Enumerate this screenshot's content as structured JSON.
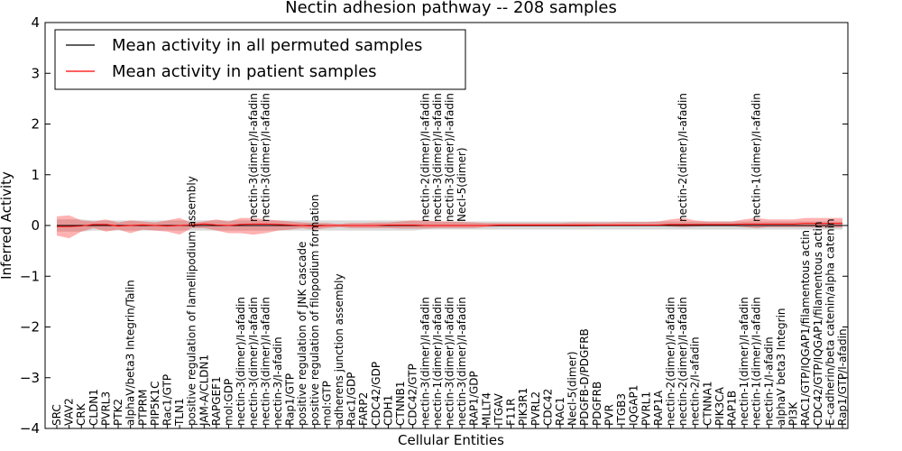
{
  "chart_data": {
    "type": "line",
    "title": "Nectin adhesion pathway -- 208 samples",
    "xlabel": "Cellular Entities",
    "ylabel": "Inferred Activity",
    "ylim": [
      -4,
      4
    ],
    "yticks": [
      -4,
      -3,
      -2,
      -1,
      0,
      1,
      2,
      3,
      4
    ],
    "grid": false,
    "legend": {
      "placement": "top-left"
    },
    "categories": [
      "SRC",
      "VAV2",
      "CRK",
      "CLDN1",
      "PVRL3",
      "PTK2",
      "alphaV/beta3 Integrin/Talin",
      "PTPRM",
      "PIP5K1C",
      "Rac1/GTP",
      "TLN1",
      "positive regulation of lamellipodium assembly",
      "JAM-A/CLDN1",
      "RAPGEF1",
      "mol:GDP",
      "nectin-3(dimer)/I-afadin",
      "nectin-3(dimer)/I-afadin",
      "nectin-3(dimer)/I-afadin",
      "nectin-3/I-afadin",
      "Rap1/GTP",
      "positive regulation of JNK cascade",
      "positive regulation of filopodium formation",
      "mol:GTP",
      "adherens junction assembly",
      "Rac1/GDP",
      "FARP2",
      "CDC42/GDP",
      "CDH1",
      "CTNNB1",
      "CDC42/GTP",
      "nectin-3(dimer)/I-afadin",
      "nectin-1(dimer)/I-afadin",
      "nectin-3(dimer)/I-afadin",
      "nectin-3(dimer)/I-afadin",
      "RAP1/GDP",
      "MLLT4",
      "ITGAV",
      "F11R",
      "PIK3R1",
      "PVRL2",
      "CDC42",
      "RAC1",
      "Necl-5(dimer)",
      "PDGFB-D/PDGFRB",
      "PDGFRB",
      "PVR",
      "ITGB3",
      "IQGAP1",
      "PVRL1",
      "RAP1A",
      "nectin-2(dimer)/I-afadin",
      "nectin-2(dimer)/I-afadin",
      "nectin-2/I-afadin",
      "CTNNA1",
      "PIK3CA",
      "RAP1B",
      "nectin-1(dimer)/I-afadin",
      "nectin-1(dimer)/I-afadin",
      "nectin-1/I-afadin",
      "alphaV beta3 Integrin",
      "PI3K",
      "RAC1/GTP/IQGAP1/filamentous actin",
      "CDC42/GTP/IQGAP1/filamentous actin",
      "E-cadherin/beta catenin/alpha catenin",
      "Rap1/GTP/I-afadin"
    ],
    "upper_labels": [
      {
        "index": 16,
        "text": "nectin-3(dimer)/I-afadin"
      },
      {
        "index": 17,
        "text": "nectin-3(dimer)/I-afadin"
      },
      {
        "index": 30,
        "text": "nectin-2(dimer)/I-afadin"
      },
      {
        "index": 31,
        "text": "nectin-3(dimer)/I-afadin"
      },
      {
        "index": 32,
        "text": "nectin-3(dimer)/I-afadin"
      },
      {
        "index": 33,
        "text": "Necl-5(dimer)"
      },
      {
        "index": 51,
        "text": "nectin-2(dimer)/I-afadin"
      },
      {
        "index": 57,
        "text": "nectin-1(dimer)/I-afadin"
      }
    ],
    "series": [
      {
        "name": "Mean activity in all permuted samples",
        "color": "#000000",
        "values": [
          0.0,
          0.0,
          0.0,
          0.0,
          0.0,
          0.0,
          0.0,
          0.0,
          0.0,
          0.0,
          0.0,
          0.0,
          0.0,
          0.0,
          0.0,
          0.0,
          0.0,
          0.0,
          0.0,
          0.0,
          0.0,
          0.0,
          0.0,
          0.0,
          0.0,
          0.0,
          0.0,
          0.0,
          0.0,
          0.0,
          0.0,
          0.0,
          0.0,
          0.0,
          0.0,
          0.0,
          0.0,
          0.0,
          0.0,
          0.0,
          0.0,
          0.0,
          0.0,
          0.0,
          0.0,
          0.0,
          0.0,
          0.0,
          0.0,
          0.0,
          0.0,
          0.0,
          0.0,
          0.0,
          0.0,
          0.0,
          0.0,
          0.0,
          0.0,
          0.0,
          0.0,
          0.0,
          0.0,
          0.0,
          0.0
        ],
        "band_upper": [
          0.12,
          0.12,
          0.12,
          0.1,
          0.1,
          0.1,
          0.1,
          0.1,
          0.1,
          0.1,
          0.1,
          0.1,
          0.1,
          0.1,
          0.1,
          0.1,
          0.1,
          0.1,
          0.1,
          0.1,
          0.1,
          0.1,
          0.1,
          0.1,
          0.1,
          0.1,
          0.1,
          0.1,
          0.1,
          0.1,
          0.08,
          0.08,
          0.08,
          0.08,
          0.08,
          0.08,
          0.08,
          0.08,
          0.08,
          0.08,
          0.08,
          0.08,
          0.08,
          0.08,
          0.08,
          0.08,
          0.08,
          0.08,
          0.08,
          0.08,
          0.08,
          0.08,
          0.08,
          0.08,
          0.08,
          0.08,
          0.08,
          0.08,
          0.08,
          0.08,
          0.08,
          0.08,
          0.08,
          0.08,
          0.08
        ],
        "band_lower": [
          -0.12,
          -0.12,
          -0.12,
          -0.1,
          -0.1,
          -0.1,
          -0.1,
          -0.1,
          -0.1,
          -0.1,
          -0.1,
          -0.1,
          -0.1,
          -0.1,
          -0.1,
          -0.1,
          -0.1,
          -0.1,
          -0.1,
          -0.1,
          -0.1,
          -0.1,
          -0.1,
          -0.1,
          -0.1,
          -0.1,
          -0.1,
          -0.1,
          -0.1,
          -0.1,
          -0.08,
          -0.08,
          -0.08,
          -0.08,
          -0.08,
          -0.08,
          -0.08,
          -0.08,
          -0.08,
          -0.08,
          -0.08,
          -0.08,
          -0.08,
          -0.08,
          -0.08,
          -0.08,
          -0.08,
          -0.08,
          -0.08,
          -0.08,
          -0.08,
          -0.08,
          -0.08,
          -0.08,
          -0.08,
          -0.08,
          -0.08,
          -0.08,
          -0.08,
          -0.08,
          -0.08,
          -0.08,
          -0.08,
          -0.08,
          -0.08
        ]
      },
      {
        "name": "Mean activity in patient samples",
        "color": "#ff0000",
        "values": [
          -0.02,
          -0.02,
          -0.01,
          0.02,
          0.02,
          -0.01,
          0.0,
          0.01,
          0.0,
          -0.01,
          0.0,
          0.01,
          0.03,
          0.01,
          0.0,
          0.02,
          0.03,
          0.03,
          0.02,
          0.01,
          0.0,
          -0.01,
          0.0,
          0.0,
          0.0,
          0.0,
          0.0,
          0.01,
          0.01,
          0.01,
          0.0,
          0.0,
          0.0,
          0.0,
          0.0,
          0.0,
          0.01,
          0.01,
          0.01,
          0.01,
          0.01,
          0.01,
          0.01,
          0.01,
          0.01,
          0.01,
          0.01,
          0.01,
          0.01,
          0.01,
          0.02,
          0.02,
          0.02,
          0.02,
          0.02,
          0.02,
          0.03,
          0.03,
          0.03,
          0.03,
          0.03,
          0.04,
          0.04,
          0.04,
          0.04
        ],
        "band_upper": [
          0.18,
          0.2,
          0.1,
          0.08,
          0.12,
          0.06,
          0.1,
          0.08,
          0.06,
          0.1,
          0.15,
          0.05,
          0.08,
          0.12,
          0.08,
          0.15,
          0.15,
          0.12,
          0.1,
          0.08,
          0.06,
          0.05,
          0.05,
          0.03,
          0.05,
          0.05,
          0.06,
          0.06,
          0.08,
          0.1,
          0.1,
          0.08,
          0.08,
          0.07,
          0.06,
          0.05,
          0.05,
          0.05,
          0.05,
          0.05,
          0.05,
          0.05,
          0.06,
          0.06,
          0.06,
          0.06,
          0.07,
          0.07,
          0.07,
          0.08,
          0.12,
          0.15,
          0.1,
          0.08,
          0.08,
          0.08,
          0.12,
          0.15,
          0.12,
          0.12,
          0.12,
          0.15,
          0.15,
          0.15,
          0.15
        ],
        "band_lower": [
          -0.2,
          -0.25,
          -0.12,
          -0.05,
          -0.12,
          -0.08,
          -0.15,
          -0.08,
          -0.1,
          -0.12,
          -0.18,
          -0.05,
          -0.05,
          -0.1,
          -0.15,
          -0.15,
          -0.18,
          -0.15,
          -0.1,
          -0.08,
          -0.05,
          -0.08,
          -0.05,
          -0.03,
          -0.05,
          -0.05,
          -0.05,
          -0.05,
          -0.06,
          -0.06,
          -0.06,
          -0.05,
          -0.05,
          -0.05,
          -0.05,
          -0.03,
          -0.02,
          -0.02,
          -0.02,
          -0.02,
          -0.02,
          -0.02,
          -0.02,
          -0.02,
          -0.01,
          -0.01,
          -0.01,
          -0.01,
          0.0,
          0.0,
          -0.02,
          -0.03,
          -0.02,
          -0.01,
          -0.01,
          -0.01,
          -0.03,
          -0.05,
          -0.03,
          -0.03,
          -0.03,
          -0.03,
          -0.04,
          -0.04,
          -0.04
        ]
      }
    ]
  }
}
